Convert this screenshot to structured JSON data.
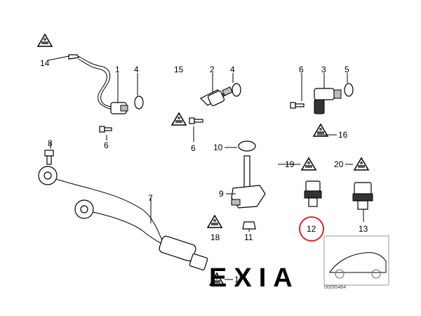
{
  "callouts": {
    "c1": "1",
    "c2": "2",
    "c3": "3",
    "c4": "4",
    "c4b": "4",
    "c5": "5",
    "c6a": "6",
    "c6b": "6",
    "c6c": "6",
    "c7": "7",
    "c8": "8",
    "c9": "9",
    "c10": "10",
    "c11": "11",
    "c12": "12",
    "c13": "13",
    "c14": "14",
    "c15": "15",
    "c16": "16",
    "c17": "17",
    "c18": "18",
    "c19": "19",
    "c20": "20"
  },
  "highlight_color": "#d9262c",
  "watermark": "EXIA",
  "diagram_code": "00095464"
}
